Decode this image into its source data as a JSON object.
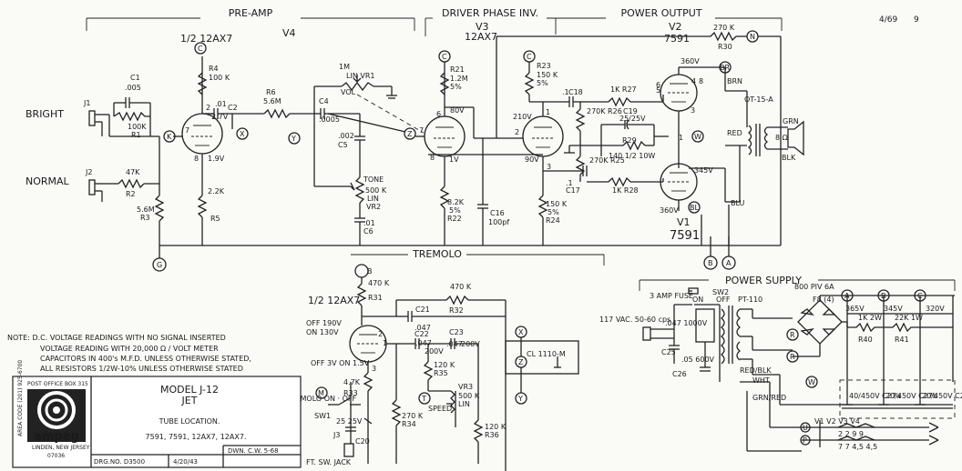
{
  "header": {
    "preamp": "PRE-AMP",
    "driver": "DRIVER PHASE INV.",
    "power_output": "POWER OUTPUT",
    "date": "4/69",
    "sheet": "9"
  },
  "tubes": {
    "v4_type": "1/2 12AX7",
    "v4_name": "V4",
    "v3_name": "V3",
    "v3_type": "12AX7",
    "v2_name": "V2",
    "v2_type": "7591",
    "v1_name": "V1",
    "v1_type": "7591",
    "v5_type": "1/2 12AX7"
  },
  "inputs": {
    "bright": "BRIGHT",
    "normal": "NORMAL",
    "j1": "J1",
    "j2": "J2"
  },
  "preamp": {
    "c1": "C1",
    "c1_val": ".005",
    "r1_val": "100K",
    "r1": "R1",
    "r2_val": "47K",
    "r2": "R2",
    "r3_val": "5.6M",
    "r3": "R3",
    "r4": "R4",
    "r4_val": "100 K",
    "c2_val": ".01",
    "c2": "C2",
    "r5_val": "2.2K",
    "r5": "R5",
    "r6": "R6",
    "r6_val": "5.6M",
    "v_plate": "2.7V",
    "v_cath": "1.9V",
    "pin2": "2",
    "pin7": "7",
    "pin8": "8"
  },
  "tone": {
    "vol_val": "1M",
    "vol_type": "LIN VR1",
    "vol_label": "VOL",
    "c4": "C4",
    "c4_val": ".0005",
    "c5_val": ".002",
    "c5": "C5",
    "tone": "TONE",
    "vr2_val": "500 K",
    "vr2_type": "LIN",
    "vr2": "VR2",
    "c6_val": ".01",
    "c6": "C6"
  },
  "driver": {
    "r21": "R21",
    "r21_val": "1.2M",
    "r21_tol": "5%",
    "v_plate": "80V",
    "v_cath": "1V",
    "r22_val": "8.2K",
    "r22_tol": "5%",
    "r22": "R22",
    "c16": "C16",
    "c16_val": "100pf",
    "r23": "R23",
    "r23_val": "150 K",
    "r23_tol": "5%",
    "v2_plate": "210V",
    "v2_cath": "90V",
    "r24_val": "150 K",
    "r24_tol": "5%",
    "r24": "R24",
    "pin6": "6",
    "pin7": "7",
    "pin8": "8",
    "pin1": "1",
    "pin2": "2",
    "pin3": "3"
  },
  "output": {
    "r30_val": "270 K",
    "r30": "R30",
    "c18": "C18",
    "c18_val": ".1",
    "r27": "1K R27",
    "r26": "270K R26",
    "c19": "C19",
    "c19_val": "25/25V",
    "r29": "R29",
    "r29_val": "140 1/2 10W",
    "r25": "270K R25",
    "c17": "C17",
    "c17_val": ".1",
    "r28": "1K R28",
    "v360_top": "360V",
    "v345": "345V",
    "v360_bot": "360V",
    "transformer": "OT-15-A",
    "brn": "BRN",
    "red": "RED",
    "blu": "BLU",
    "grn": "GRN",
    "blk": "BLK",
    "spk": "8 Ω",
    "pin4": "4",
    "pin8": "8",
    "pin5": "5",
    "pin3": "3",
    "pin6": "6",
    "pin1": "1"
  },
  "tremolo": {
    "title": "TREMOLO",
    "r31_val": "470 K",
    "r31": "R31",
    "r32_val": "470 K",
    "r32": "R32",
    "c21": "C21",
    "c21_val": ".047",
    "c22": "C22",
    "c22_val": ".047",
    "c23": "C23",
    "c23_val": ".047",
    "c22_v": "200V",
    "c23_v": "200V",
    "v_off": "OFF 190V",
    "v_on": "ON 130V",
    "v_cath": "OFF 3V ON 1.5V",
    "r33_val": "4.7K",
    "r33": "R33",
    "r34_val": "270 K",
    "r34": "R34",
    "r35_val": "120 K",
    "r35": "R35",
    "vr3": "VR3",
    "vr3_val": "500 K",
    "vr3_type": "LIN",
    "vr3_label": "SPEED",
    "r36_val": "120 K",
    "r36": "R36",
    "c20_val": "25 25V",
    "c20": "C20",
    "switch": "TREMOLO ON · OFF",
    "sw1": "SW1",
    "j3": "J3",
    "jack": "FT. SW. JACK",
    "cl": "CL 1110-M",
    "pin1": "1",
    "pin2": "2",
    "pin3": "3"
  },
  "power": {
    "title": "POWER SUPPLY",
    "fuse": "3 AMP FUSE",
    "sw2": "SW2",
    "sw_on": "ON",
    "sw_off": "OFF",
    "pt": "PT-110",
    "ac": "117 VAC. 50-60 cps",
    "c25": "C25",
    "c25_val": ".047 1000V",
    "c26": "C26",
    "c26_val": ".05 600V",
    "rect": "800 PIV 6A",
    "f8": "F8 (4)",
    "v365": "365V",
    "r40_val": "1K 2W",
    "r40": "R40",
    "v345": "345V",
    "r41_val": "22K 1W",
    "r41": "R41",
    "v320": "320V",
    "c27a": "40/450V C27a",
    "c27b": "20/450V C27b",
    "c27c": "20/450V C27c",
    "wht": "WHT",
    "grn_red": "GRN/RED",
    "red_blk": "RED/BLK",
    "heater": "V1 V2 V3 V4",
    "hp": "2 2 9 9",
    "hp2": "7 7 4,5 4,5"
  },
  "nodes": {
    "k": "K",
    "x": "X",
    "y": "Y",
    "z": "Z",
    "c": "C",
    "b": "B",
    "a": "A",
    "g": "G",
    "n": "N",
    "w": "W",
    "r": "R",
    "t": "T",
    "m": "M",
    "u": "U",
    "p": "P",
    "br": "BR",
    "bl": "BL"
  },
  "note": {
    "line1": "NOTE: D.C. VOLTAGE READINGS WITH NO SIGNAL INSERTED",
    "line2": "VOLTAGE READING WITH 20,000 Ω / VOLT METER",
    "line3": "CAPACITORS IN 400's M.F.D. UNLESS OTHERWISE STATED,",
    "line4": "ALL RESISTORS 1/2W-10% UNLESS OTHERWISE STATED"
  },
  "logo": {
    "po": "POST OFFICE BOX 315",
    "brand": "ampeg",
    "city": "LINDEN, NEW JERSEY",
    "zip": "07036",
    "side": "AREA CODE (201) 925-6700"
  },
  "title_block": {
    "model": "MODEL J-12",
    "name": "JET",
    "tube_loc": "TUBE LOCATION.",
    "tubes": "7591, 7591, 12AX7, 12AX7.",
    "dwn": "DWN. C.W. 5-68",
    "drg": "DRG.NO. D3500",
    "rev": "4/20/43"
  }
}
